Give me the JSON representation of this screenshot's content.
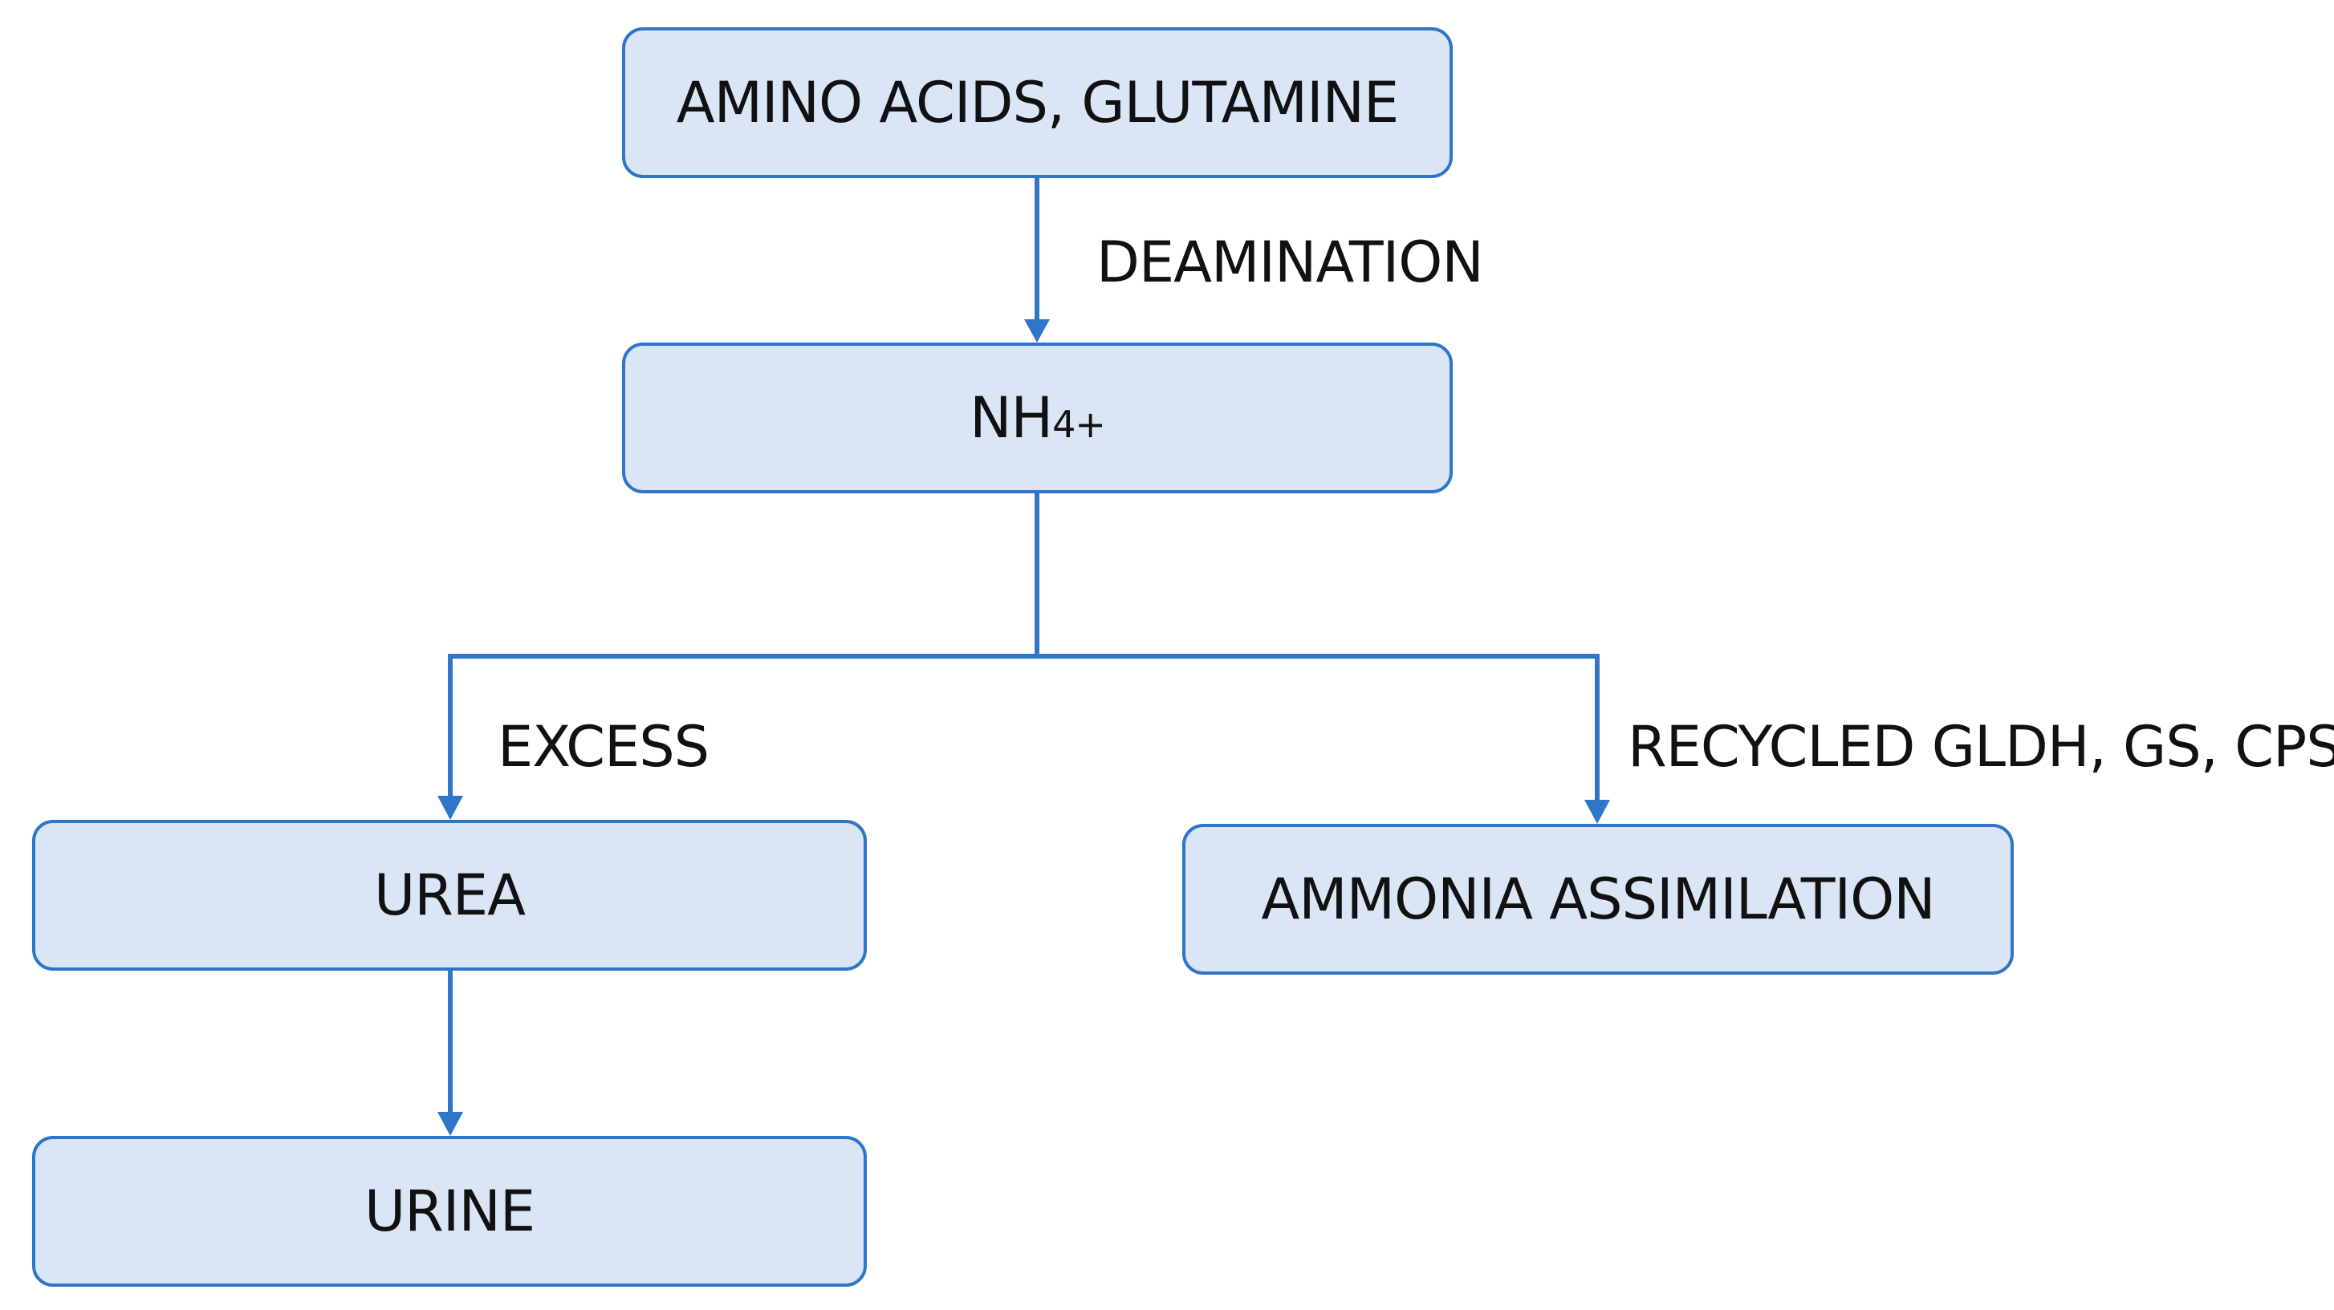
{
  "nodes": {
    "source": "AMINO ACIDS, GLUTAMINE",
    "ammonium": {
      "base": "NH",
      "subscript": "4",
      "superscript": "+"
    },
    "urea": "UREA",
    "urine": "URINE",
    "assimilation": "AMMONIA ASSIMILATION"
  },
  "edge_labels": {
    "deamination": "DEAMINATION",
    "excess": "EXCESS",
    "recycled": "RECYCLED GLDH, GS, CPS"
  },
  "colors": {
    "box_fill": "#dae6f6",
    "box_border": "#2f75c8",
    "connector": "#2f75c8",
    "text": "#111111"
  }
}
